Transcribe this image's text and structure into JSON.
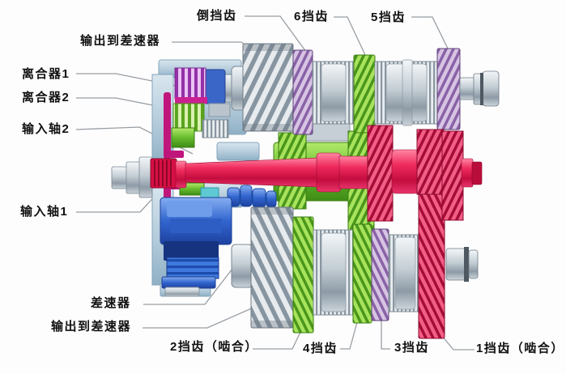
{
  "figure": {
    "background": "#fdfdfd",
    "subject": "dual-clutch-transmission-cutaway",
    "labels": {
      "output_to_diff_top": "输出到差速器",
      "reverse_gear": "倒挡齿",
      "gear6": "6挡齿",
      "gear5": "5挡齿",
      "clutch1": "离合器1",
      "clutch2": "离合器2",
      "input_shaft2": "输入轴2",
      "input_shaft1": "输入轴1",
      "differential": "差速器",
      "output_to_diff_bottom": "输出到差速器",
      "gear2": "2挡齿（啮合）",
      "gear4": "4挡齿",
      "gear3": "3挡齿",
      "gear1": "1挡齿（啮合）"
    },
    "colors": {
      "label_text": "#111111",
      "leader_line": "#989ea4",
      "gear_green": "#6fbf2f",
      "gear_purple": "#9b79b4",
      "shaft_red": "#e1114a",
      "clutch1_magenta": "#9232a8",
      "differential_blue": "#2e63cf",
      "housing_steel": "#b3cbdb",
      "gear_silver": "#c3cdd4"
    }
  }
}
